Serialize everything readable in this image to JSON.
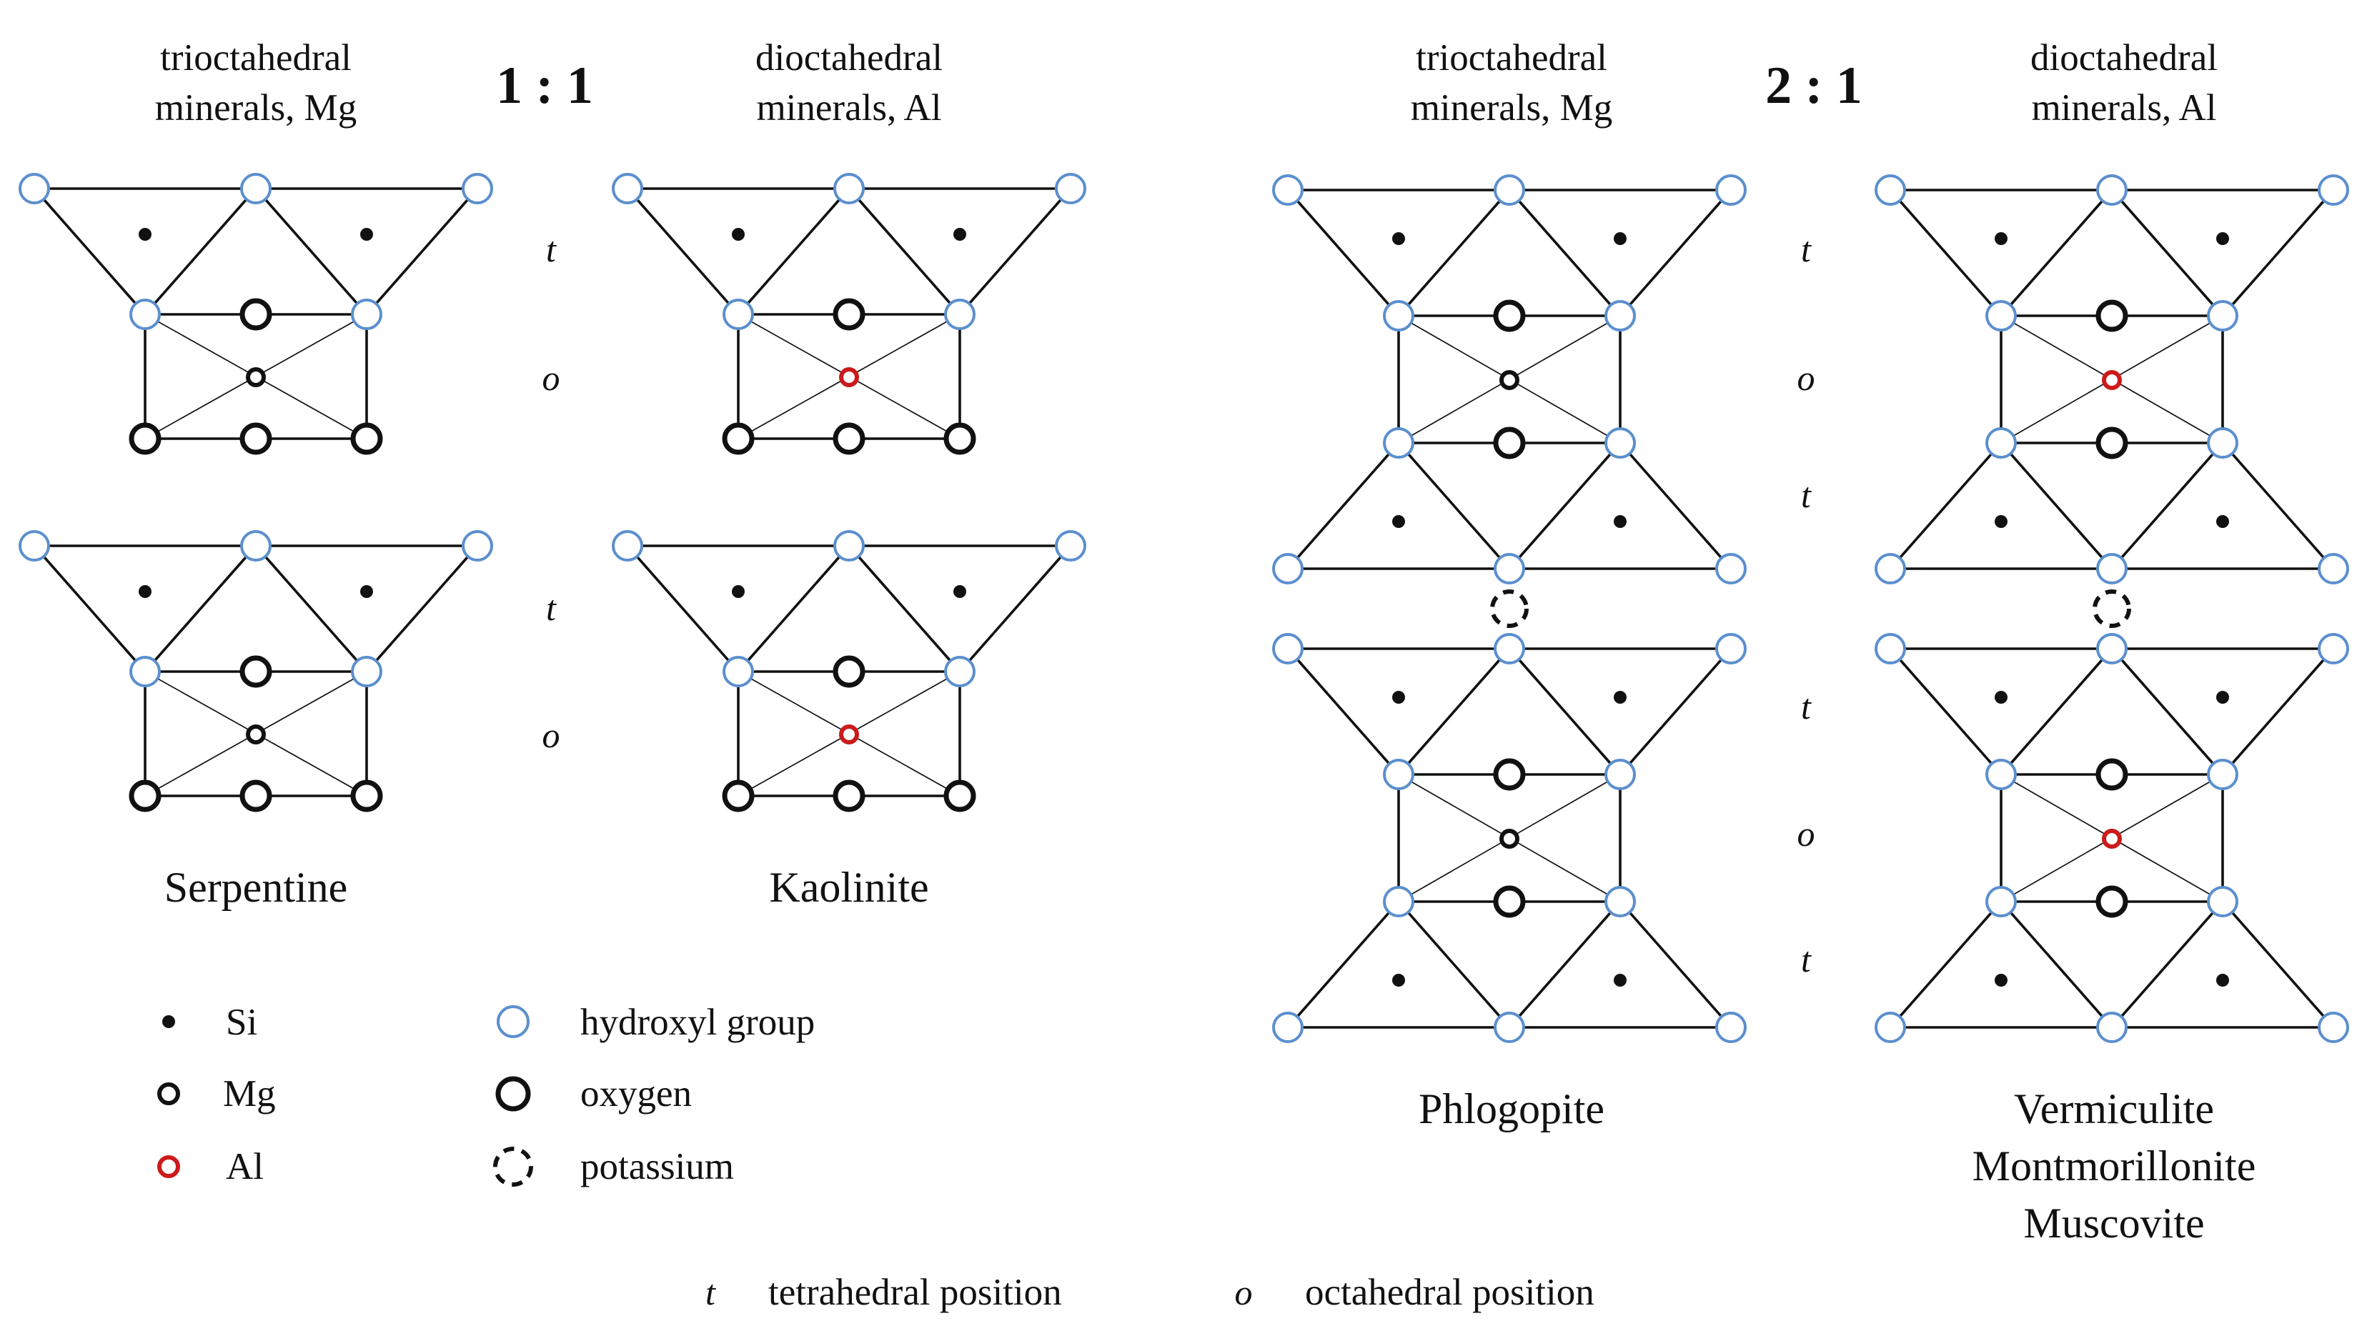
{
  "colors": {
    "line": "#111111",
    "hydroxyl": "#5b8fce",
    "oxygen": "#111111",
    "silicon": "#111111",
    "magnesium": "#111111",
    "aluminium": "#cc1a1a",
    "potassium": "#111111",
    "background": "#ffffff"
  },
  "ratios": {
    "one_one": "1 : 1",
    "two_one": "2 : 1"
  },
  "headers": {
    "tri_1": [
      "trioctahedral",
      "minerals, Mg"
    ],
    "di_1": [
      "dioctahedral",
      "minerals, Al"
    ],
    "tri_2": [
      "trioctahedral",
      "minerals, Mg"
    ],
    "di_2": [
      "dioctahedral",
      "minerals, Al"
    ]
  },
  "layer_labels": {
    "t": "t",
    "o": "o",
    "seq_1_1": [
      "t",
      "o",
      "t",
      "o"
    ],
    "seq_2_1": [
      "t",
      "o",
      "t",
      "t",
      "o",
      "t"
    ]
  },
  "minerals": {
    "serpentine": "Serpentine",
    "kaolinite": "Kaolinite",
    "phlogopite": "Phlogopite",
    "group_2_1_di": [
      "Vermiculite",
      "Montmorillonite",
      "Muscovite"
    ]
  },
  "structures": [
    {
      "name": "serpentine-upper",
      "type": "1:1",
      "central_cation": "Mg"
    },
    {
      "name": "serpentine-lower",
      "type": "1:1",
      "central_cation": "Mg"
    },
    {
      "name": "kaolinite-upper",
      "type": "1:1",
      "central_cation": "Al"
    },
    {
      "name": "kaolinite-lower",
      "type": "1:1",
      "central_cation": "Al"
    },
    {
      "name": "phlogopite-upper",
      "type": "2:1",
      "central_cation": "Mg"
    },
    {
      "name": "phlogopite-lower",
      "type": "2:1",
      "central_cation": "Mg"
    },
    {
      "name": "dioctahedral-2-1-upper",
      "type": "2:1",
      "central_cation": "Al"
    },
    {
      "name": "dioctahedral-2-1-lower",
      "type": "2:1",
      "central_cation": "Al"
    }
  ],
  "legend": {
    "si": "Si",
    "mg": "Mg",
    "al": "Al",
    "hydroxyl": "hydroxyl group",
    "oxygen": "oxygen",
    "potassium": "potassium"
  },
  "footer": {
    "t_symbol": "t",
    "t_text": "tetrahedral position",
    "o_symbol": "o",
    "o_text": "octahedral position"
  }
}
